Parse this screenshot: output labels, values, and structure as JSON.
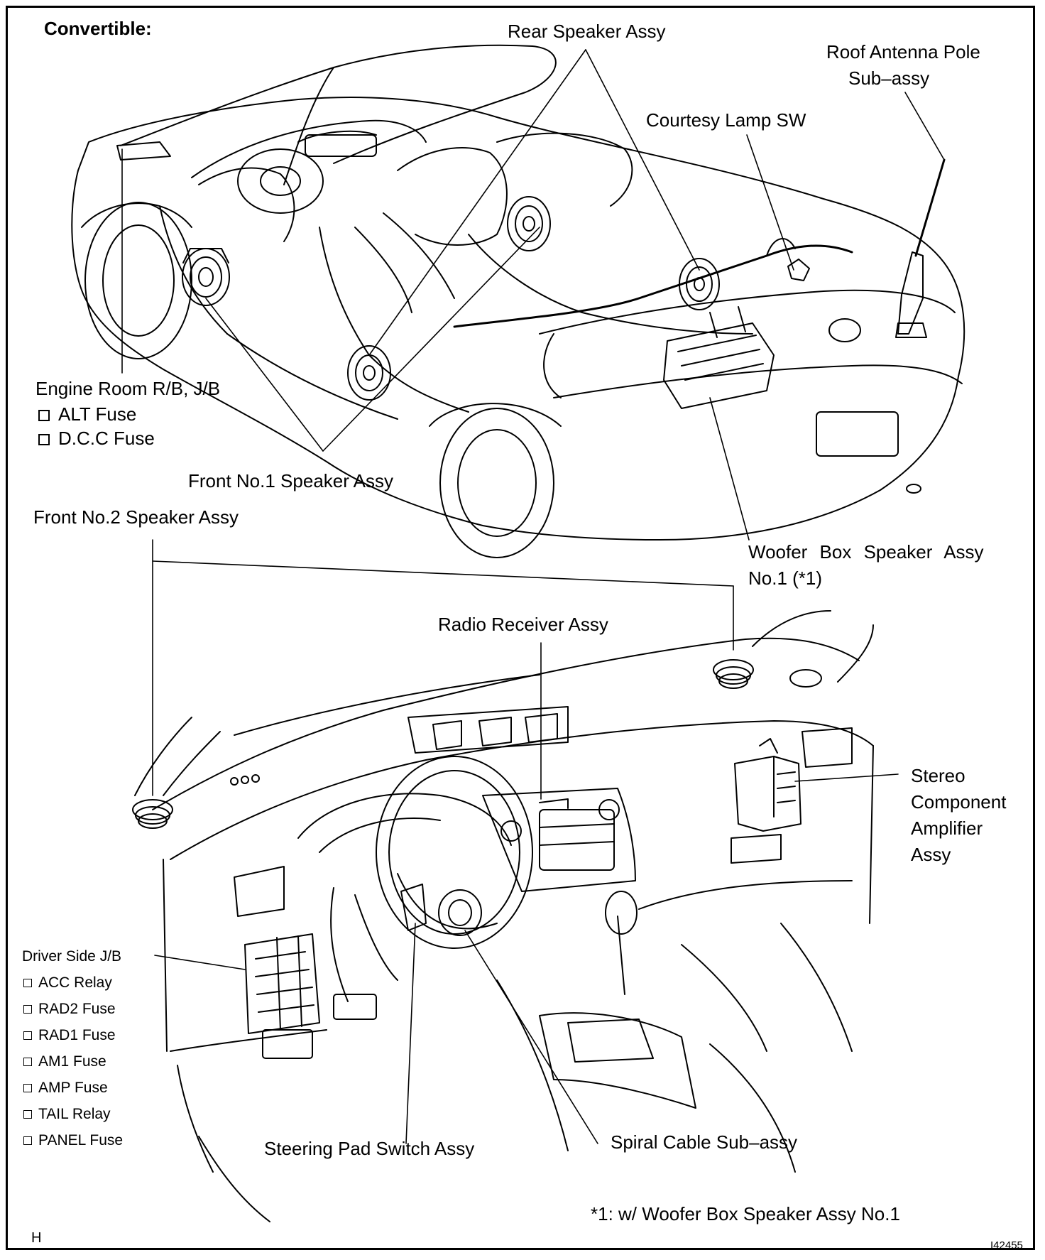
{
  "heading": "Convertible:",
  "labels": {
    "rear_speaker": "Rear Speaker Assy",
    "roof_antenna_line1": "Roof Antenna Pole",
    "roof_antenna_line2": "Sub–assy",
    "courtesy_lamp": "Courtesy Lamp SW",
    "engine_room": "Engine Room R/B, J/B",
    "front_no1_speaker": "Front No.1 Speaker Assy",
    "front_no2_speaker": "Front No.2 Speaker Assy",
    "woofer_line1": "Woofer Box Speaker Assy",
    "woofer_line2": "No.1 (*1)",
    "radio_receiver": "Radio Receiver Assy",
    "stereo_line1": "Stereo",
    "stereo_line2": "Component",
    "stereo_line3": "Amplifier",
    "stereo_line4": "Assy",
    "driver_side_jb": "Driver Side J/B",
    "steering_pad": "Steering Pad Switch Assy",
    "spiral_cable": "Spiral Cable Sub–assy"
  },
  "engine_room_items": [
    "ALT Fuse",
    "D.C.C Fuse"
  ],
  "driver_side_items": [
    "ACC Relay",
    "RAD2 Fuse",
    "RAD1 Fuse",
    "AM1 Fuse",
    "AMP Fuse",
    "TAIL Relay",
    "PANEL Fuse"
  ],
  "footnote": "*1: w/ Woofer Box Speaker Assy No.1",
  "corner_code": "H",
  "figure_id": "I42455"
}
